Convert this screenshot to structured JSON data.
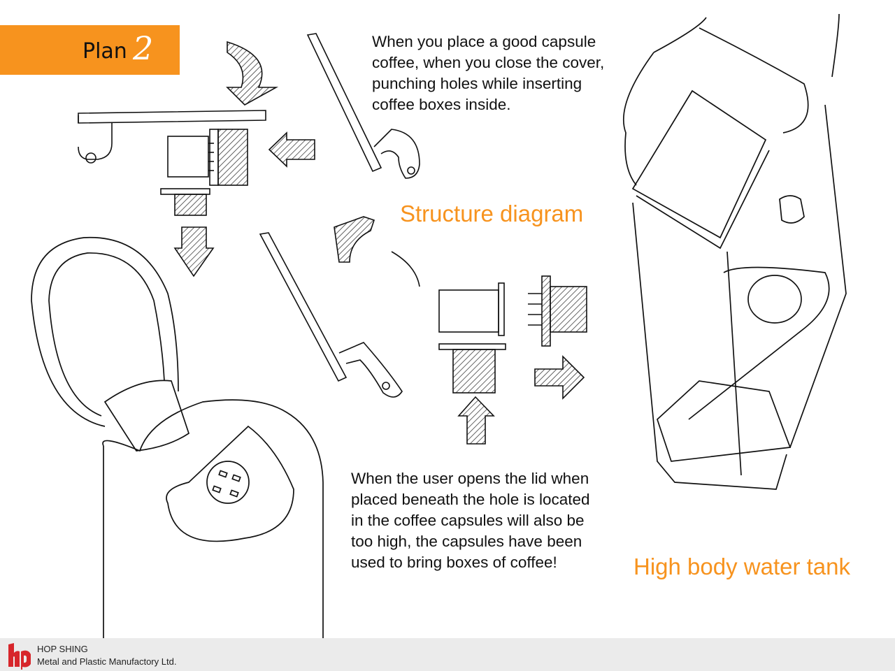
{
  "plan": {
    "word": "Plan",
    "number": "2"
  },
  "notes": {
    "top": "When you place a good capsule\ncoffee, when you close the cover,\npunching holes while inserting\ncoffee boxes inside.",
    "bottom": "When the user opens the lid when\nplaced beneath the hole is  located\nin the coffee capsules will also be\ntoo high, the capsules have been\nused to bring boxes of coffee!"
  },
  "labels": {
    "structure": "Structure diagram",
    "tank": "High body water tank"
  },
  "footer": {
    "company": "HOP SHING",
    "tagline": "Metal and Plastic Manufactory Ltd."
  },
  "colors": {
    "accent": "#f7931e",
    "footer_bg": "#ebebeb",
    "logo_red": "#d7262b"
  }
}
